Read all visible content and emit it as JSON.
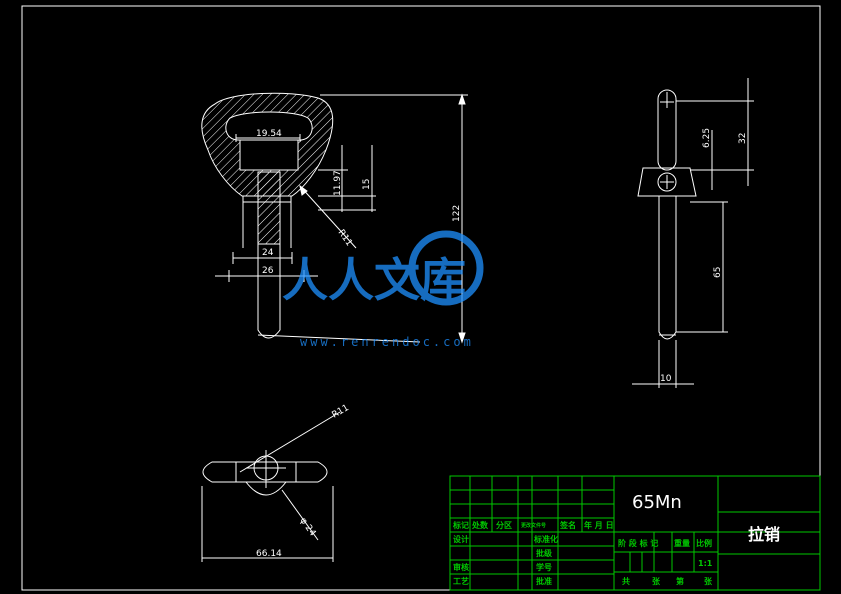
{
  "dimensions": {
    "w_19_54": "19.54",
    "d_24_a": "24",
    "d_26": "26",
    "d_11_97": "11.97",
    "d_15": "15",
    "d_122": "122",
    "r_11_a": "R11",
    "d_6_25": "6.25",
    "d_32": "32",
    "d_65": "65",
    "d_10": "10",
    "r_11_b": "R11",
    "phi_24": "φ 24",
    "d_66_14": "66.14"
  },
  "watermark": {
    "text": "人人文库",
    "url": "www.renrendoc.com"
  },
  "title_block": {
    "material": "65Mn",
    "part_name": "拉销",
    "header_row": [
      "标记",
      "处数",
      "分区",
      "更改文件号",
      "签名",
      "年 月 日"
    ],
    "left_labels": [
      "设计",
      "审核",
      "工艺"
    ],
    "middle_labels": [
      "标准化",
      "批级",
      "学号",
      "批准"
    ],
    "stage_labels": [
      "阶 段 标 记",
      "重量",
      "比例"
    ],
    "scale": "1:1",
    "sheet_labels": [
      "共",
      "张",
      "第",
      "张"
    ]
  },
  "colors": {
    "background": "#000000",
    "lines": "#ffffff",
    "table_lines": "#00c800",
    "watermark": "#1e90ff"
  }
}
